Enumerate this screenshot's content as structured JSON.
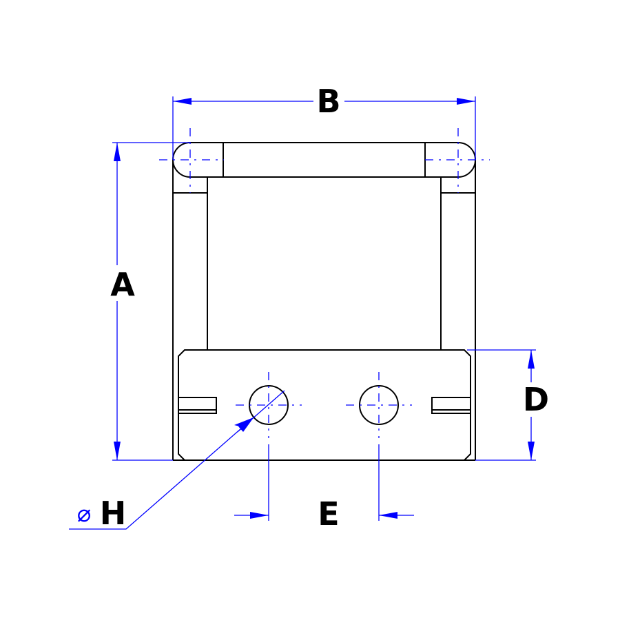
{
  "drawing": {
    "dimension_labels": {
      "A": "A",
      "B": "B",
      "D": "D",
      "E": "E",
      "H": "H"
    },
    "diameter_symbol": "⌀",
    "colors": {
      "outline": "#000000",
      "dimension": "#0000ff"
    }
  }
}
